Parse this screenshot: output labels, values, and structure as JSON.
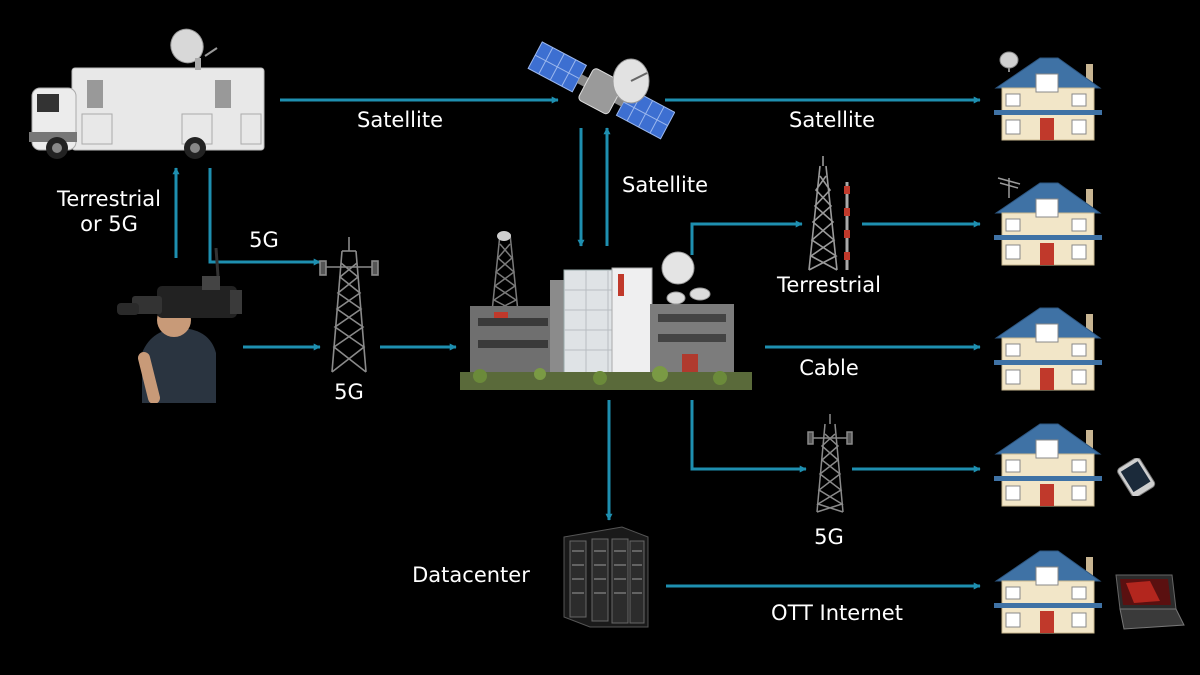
{
  "labels": {
    "satellite_uplink": "Satellite",
    "satellite_downlink": "Satellite",
    "satellite_vertical": "Satellite",
    "terrestrial_or_5g_line1": "Terrestrial",
    "terrestrial_or_5g_line2": "or 5G",
    "fiveg_truck": "5G",
    "fiveg_tower": "5G",
    "terrestrial": "Terrestrial",
    "cable": "Cable",
    "fiveg_mobile": "5G",
    "datacenter": "Datacenter",
    "ott_internet": "OTT Internet"
  },
  "colors": {
    "background": "#000000",
    "arrow": "#1e8fb0",
    "text": "#ffffff"
  },
  "icons": {
    "truck": "broadcast-truck-icon",
    "satellite": "satellite-icon",
    "camera": "camera-operator-icon",
    "tower": "cell-tower-icon",
    "facility": "broadcast-facility-icon",
    "datacenter": "datacenter-server-icon",
    "house": "house-icon",
    "phone": "smartphone-icon",
    "laptop": "laptop-icon",
    "dish": "satellite-dish-icon",
    "antenna": "tv-antenna-icon"
  }
}
